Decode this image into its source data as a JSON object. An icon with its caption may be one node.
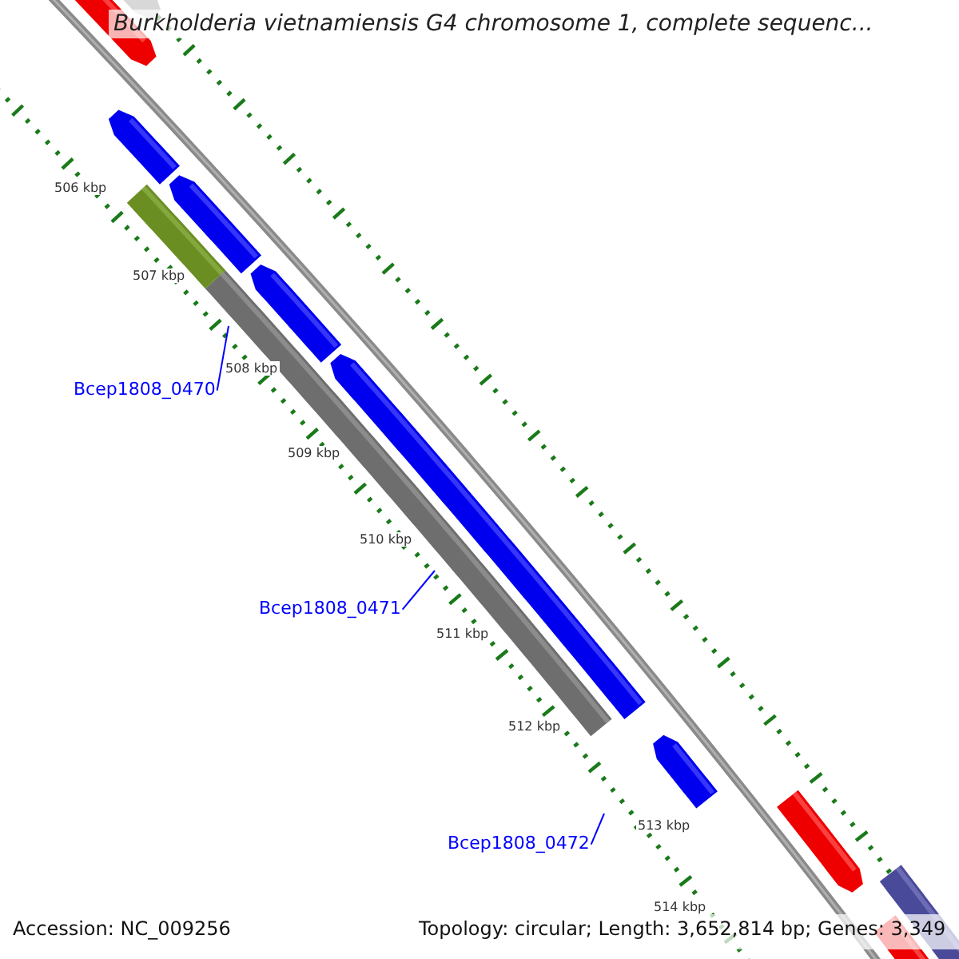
{
  "diagram": {
    "title": "Burkholderia vietnamiensis G4 chromosome 1, complete sequenc...",
    "nodes": [
      {
        "text": [
          "Bcep1808_0470"
        ]
      },
      {
        "text": [
          "Bcep1808_0471"
        ]
      },
      {
        "text": [
          "Bcep1808_0472"
        ]
      }
    ],
    "edges": [
      {
        "from": 0,
        "to": null,
        "arrow": "none"
      },
      {
        "from": 1,
        "to": null,
        "arrow": "none"
      },
      {
        "from": 2,
        "to": null,
        "arrow": "none"
      }
    ],
    "labels": [
      "506 kbp",
      "507 kbp",
      "508 kbp",
      "509 kbp",
      "510 kbp",
      "511 kbp",
      "512 kbp",
      "513 kbp",
      "514 kbp",
      "Accession: NC_009256",
      "Topology: circular; Length: 3,652,814 bp; Genes: 3,349"
    ]
  }
}
